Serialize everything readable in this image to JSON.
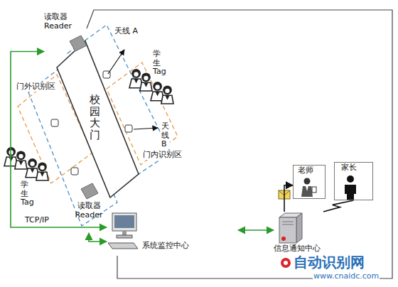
{
  "diagram": {
    "nodes": [
      {
        "text": [
          "校园大门"
        ]
      },
      {
        "text": [
          "读取器 Reader"
        ]
      },
      {
        "text": [
          "读取器 Reader"
        ]
      },
      {
        "text": [
          "系统监控中心"
        ]
      },
      {
        "text": [
          "信息通知中心"
        ]
      },
      {
        "text": [
          "老师"
        ]
      },
      {
        "text": [
          "家长"
        ]
      }
    ],
    "edges": [
      {
        "from": 1,
        "to": 3,
        "arrow": "both",
        "label": "TCP/IP"
      },
      {
        "from": 2,
        "to": 3,
        "arrow": "both"
      },
      {
        "from": 3,
        "to": 4,
        "arrow": "both"
      },
      {
        "from": 4,
        "to": 5,
        "arrow": "to"
      },
      {
        "from": 4,
        "to": 6,
        "arrow": "none"
      }
    ],
    "labels": [
      "天线 A",
      "天线 B",
      "学生 Tag",
      "学生 Tag",
      "门外识别区",
      "门内识别区",
      "自动识别网",
      "www.cnaidc.com"
    ]
  }
}
